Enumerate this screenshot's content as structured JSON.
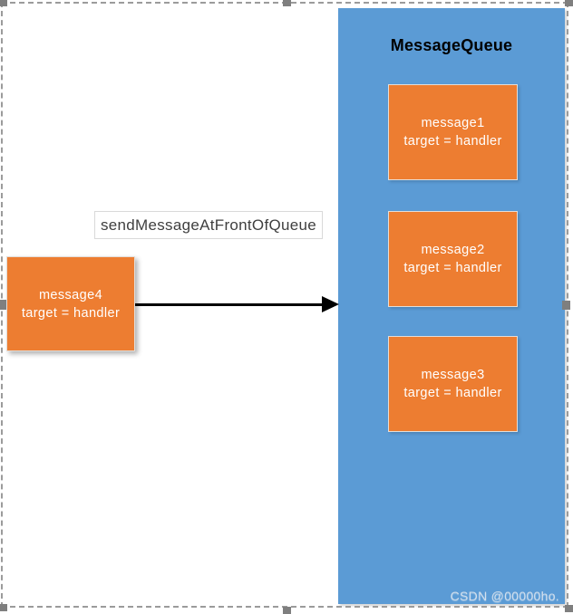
{
  "diagram": {
    "queue": {
      "title": "MessageQueue",
      "messages": [
        {
          "name": "message1",
          "target": "target = handler"
        },
        {
          "name": "message2",
          "target": "target = handler"
        },
        {
          "name": "message3",
          "target": "target = handler"
        }
      ]
    },
    "incoming": {
      "name": "message4",
      "target": "target = handler"
    },
    "action_label": "sendMessageAtFrontOfQueue",
    "watermark": "CSDN @00000ho."
  },
  "colors": {
    "queue_panel_bg": "#5b9bd5",
    "message_box_bg": "#ed7d31",
    "message_box_border": "#e3ded9",
    "message_text": "#ffffff",
    "queue_title_text": "#000000",
    "action_label_text": "#3f3f3f",
    "action_label_border": "#d9d9d9",
    "arrow": "#000000",
    "marquee_dash": "#9b9b9b",
    "marquee_handle": "#7f7f7f",
    "watermark_text": "#e1e8f0"
  }
}
